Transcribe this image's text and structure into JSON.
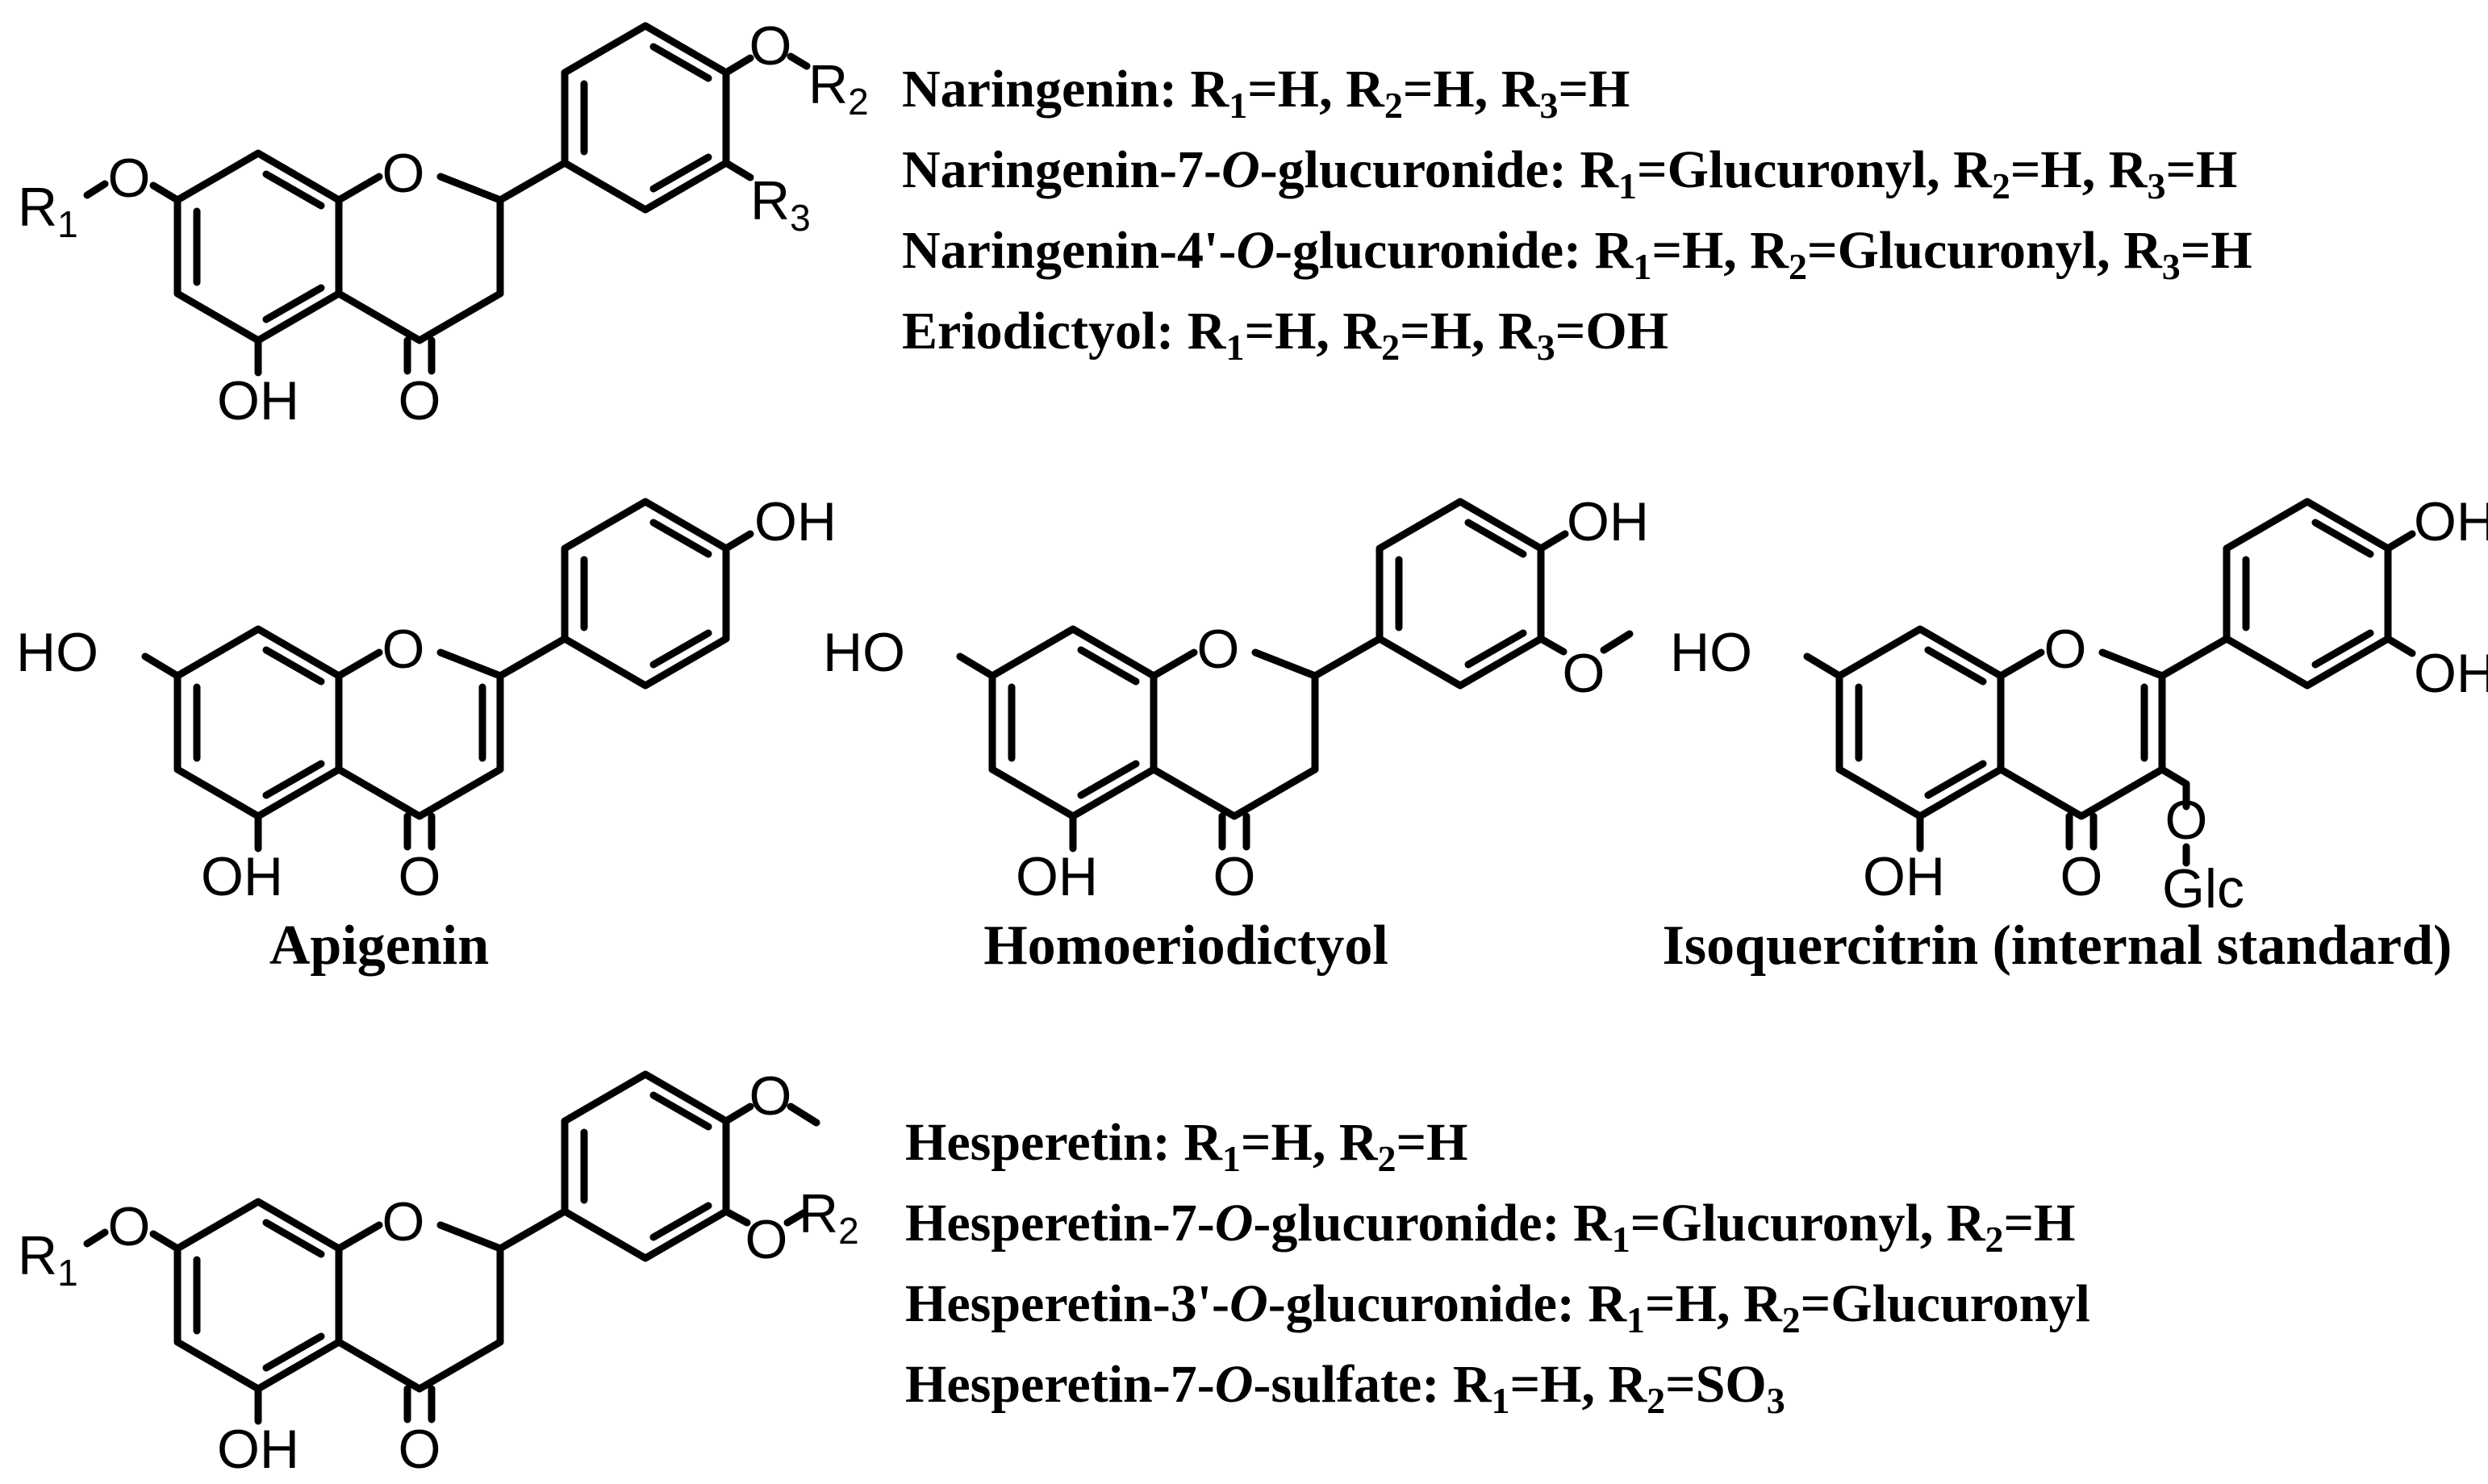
{
  "atoms": {
    "o": "O",
    "oh": "OH",
    "ho": "HO",
    "r": "R",
    "n1": "1",
    "n2": "2",
    "n3": "3",
    "glc": "Glc"
  },
  "captions": {
    "apigenin": "Apigenin",
    "homoeriodictyol": "Homoeriodictyol",
    "isoquercitrin": "Isoquercitrin (internal standard)"
  },
  "legend_naringenin": [
    {
      "name": "Naringenin: ",
      "subs": [
        {
          "label": "R",
          "num": "1",
          "value": "=H"
        },
        {
          "label": "R",
          "num": "2",
          "value": "=H"
        },
        {
          "label": "R",
          "num": "3",
          "value": "=H"
        }
      ]
    },
    {
      "name_pre": "Naringenin-7-",
      "name_it": "O",
      "name_post": "-glucuronide: ",
      "subs": [
        {
          "label": "R",
          "num": "1",
          "value": "=Glucuronyl"
        },
        {
          "label": "R",
          "num": "2",
          "value": "=H"
        },
        {
          "label": "R",
          "num": "3",
          "value": "=H"
        }
      ]
    },
    {
      "name_pre": "Naringenin-4'-",
      "name_it": "O",
      "name_post": "-glucuronide: ",
      "subs": [
        {
          "label": "R",
          "num": "1",
          "value": "=H"
        },
        {
          "label": "R",
          "num": "2",
          "value": "=Glucuronyl"
        },
        {
          "label": "R",
          "num": "3",
          "value": "=H"
        }
      ]
    },
    {
      "name": "Eriodictyol: ",
      "subs": [
        {
          "label": "R",
          "num": "1",
          "value": "=H"
        },
        {
          "label": "R",
          "num": "2",
          "value": "=H"
        },
        {
          "label": "R",
          "num": "3",
          "value": "=OH"
        }
      ]
    }
  ],
  "legend_hesperetin": [
    {
      "name": "Hesperetin: ",
      "subs": [
        {
          "label": "R",
          "num": "1",
          "value": "=H"
        },
        {
          "label": "R",
          "num": "2",
          "value": "=H"
        }
      ]
    },
    {
      "name_pre": "Hesperetin-7-",
      "name_it": "O",
      "name_post": "-glucuronide: ",
      "subs": [
        {
          "label": "R",
          "num": "1",
          "value": "=Glucuronyl"
        },
        {
          "label": "R",
          "num": "2",
          "value": "=H"
        }
      ]
    },
    {
      "name_pre": "Hesperetin-3'-",
      "name_it": "O",
      "name_post": "-glucuronide: ",
      "subs": [
        {
          "label": "R",
          "num": "1",
          "value": "=H"
        },
        {
          "label": "R",
          "num": "2",
          "value": "=Glucuronyl"
        }
      ]
    },
    {
      "name_pre": "Hesperetin-7-",
      "name_it": "O",
      "name_post": "-sulfate: ",
      "subs": [
        {
          "label": "R",
          "num": "1",
          "value": "=H"
        },
        {
          "label": "R",
          "num": "2",
          "value": "=SO",
          "tail_sub": "3"
        }
      ]
    }
  ]
}
